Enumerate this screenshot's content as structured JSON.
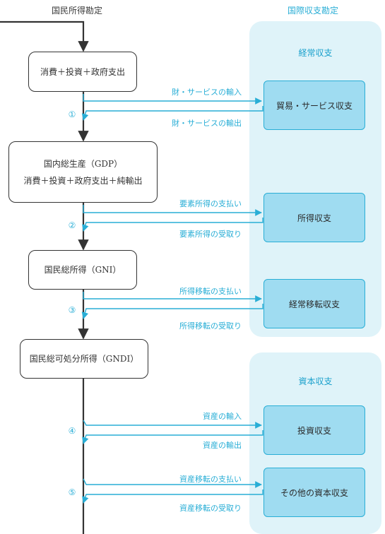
{
  "header": {
    "left": "国民所得勘定",
    "right": "国際収支勘定"
  },
  "panels": {
    "current": "経常収支",
    "capital": "資本収支"
  },
  "flow": {
    "box1": "消費＋投資＋政府支出",
    "box2_line1": "国内総生産（GDP）",
    "box2_line2": "消費＋投資＋政府支出＋純輸出",
    "box3": "国民総所得（GNI）",
    "box4": "国民総可処分所得（GNDI）"
  },
  "bop_boxes": {
    "trade": "貿易・サービス収支",
    "income": "所得収支",
    "transfers": "経常移転収支",
    "investment": "投資収支",
    "other_capital": "その他の資本収支"
  },
  "arrows": {
    "a1_out": "財・サービスの輸入",
    "a1_in": "財・サービスの輸出",
    "a2_out": "要素所得の支払い",
    "a2_in": "要素所得の受取り",
    "a3_out": "所得移転の支払い",
    "a3_in": "所得移転の受取り",
    "a4_out": "資産の輸入",
    "a4_in": "資産の輸出",
    "a5_out": "資産移転の支払い",
    "a5_in": "資産移転の受取り"
  },
  "markers": [
    "①",
    "②",
    "③",
    "④",
    "⑤"
  ],
  "colors": {
    "accent": "#29aed6",
    "panel": "#dff3f9",
    "box_fill": "#9fdcf1",
    "line": "#333333"
  }
}
